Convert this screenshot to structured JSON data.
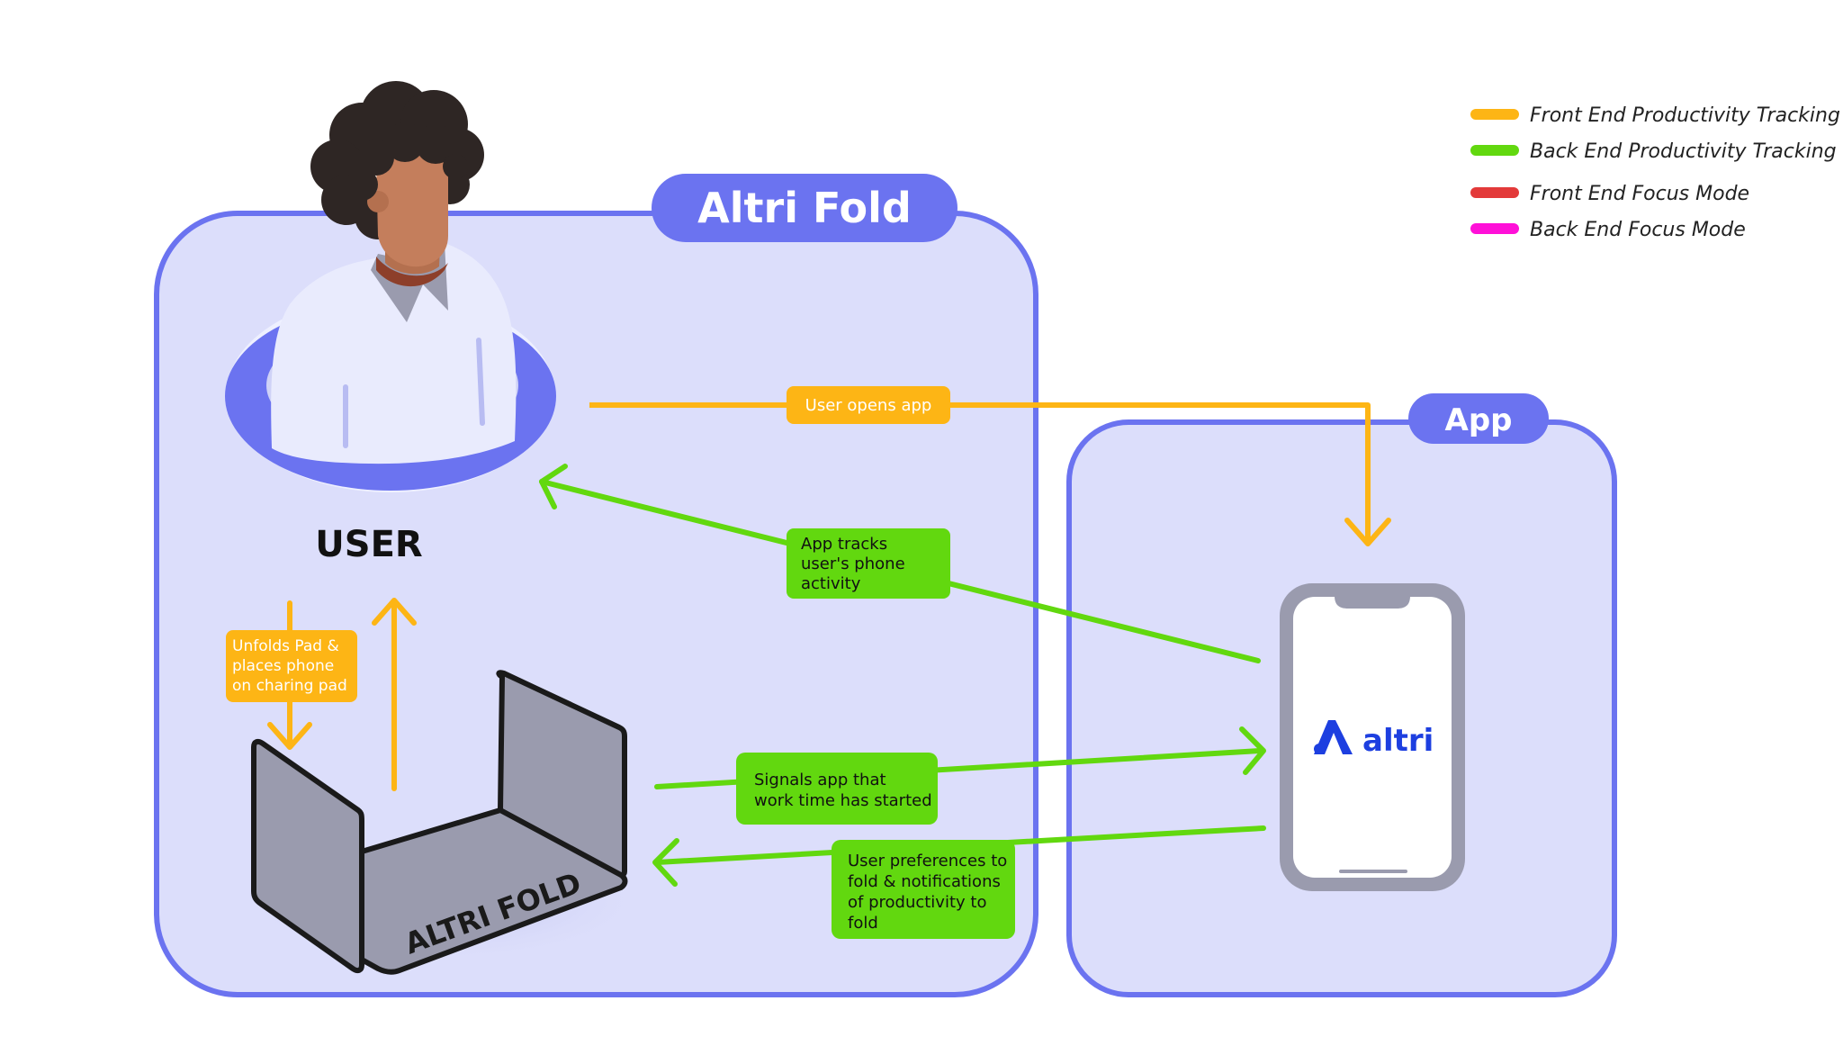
{
  "panels": {
    "altri_fold": {
      "title": "Altri Fold"
    },
    "app": {
      "title": "App"
    }
  },
  "actors": {
    "user": {
      "label": "USER"
    },
    "fold_device": {
      "label": "ALTRI FOLD"
    },
    "phone": {
      "brand": "altri"
    }
  },
  "flows": {
    "user_opens_app": {
      "label": "User opens app",
      "track": "Front End Productivity Tracking"
    },
    "app_tracks_activity": {
      "lines": [
        "App tracks",
        "user's phone",
        "activity"
      ],
      "track": "Back End Productivity Tracking"
    },
    "unfolds_pad": {
      "lines": [
        "Unfolds Pad &",
        "places phone",
        "on charing pad"
      ],
      "track": "Front End Productivity Tracking"
    },
    "signals_work_start": {
      "lines": [
        "Signals app that",
        "work time has started"
      ],
      "track": "Back End Productivity Tracking"
    },
    "user_preferences": {
      "lines": [
        "User preferences to",
        "fold & notifications",
        "of productivity to",
        "fold"
      ],
      "track": "Back End Productivity Tracking"
    }
  },
  "legend": [
    {
      "label": "Front End Productivity Tracking",
      "color": "#FDB515"
    },
    {
      "label": "Back End Productivity Tracking",
      "color": "#62D80F"
    },
    {
      "label": "Front End Focus Mode",
      "color": "#E33A3A"
    },
    {
      "label": "Back End Focus Mode",
      "color": "#FF10D8"
    }
  ],
  "colors": {
    "panel_fill": "#DCDEFB",
    "panel_stroke": "#6B73F0",
    "front_end_productivity": "#FDB515",
    "back_end_productivity": "#62D80F",
    "brand_blue": "#1D3FE0"
  }
}
